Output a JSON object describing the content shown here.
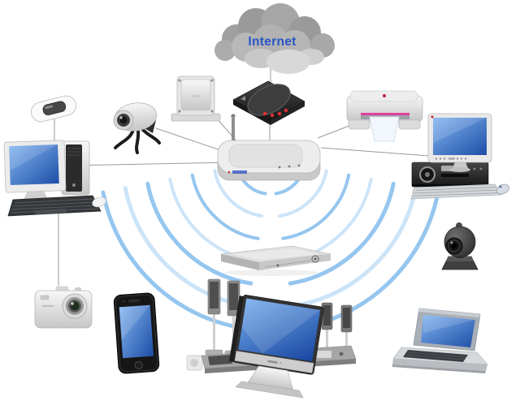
{
  "diagram": {
    "type": "wireless-home-network-diagram",
    "labels": {
      "internet": "Internet"
    },
    "colors": {
      "internet_label": "#2856c8",
      "wifi_arc_medium": "#8fc3ee",
      "wifi_arc_light": "#c9e3f8",
      "screen_blue_top": "#82b4f0",
      "screen_blue_bottom": "#1d4ea6",
      "led_red": "#e03030",
      "printer_slot_magenta": "#e0409a",
      "cable_line_gray": "#9a9a9a"
    },
    "nodes": [
      {
        "id": "internet-cloud",
        "icon": "cloud-icon",
        "label": "Internet"
      },
      {
        "id": "cable-modem",
        "icon": "modem-icon",
        "label": ""
      },
      {
        "id": "wireless-router",
        "icon": "wireless-router-icon",
        "label": ""
      },
      {
        "id": "external-hard-drive",
        "icon": "hard-drive-icon",
        "label": ""
      },
      {
        "id": "webcam-left",
        "icon": "webcam-icon",
        "label": ""
      },
      {
        "id": "inkjet-printer",
        "icon": "printer-icon",
        "label": ""
      },
      {
        "id": "desktop-computer-right",
        "icon": "desktop-computer-icon",
        "label": ""
      },
      {
        "id": "desktop-computer-left",
        "icon": "desktop-computer-icon",
        "label": ""
      },
      {
        "id": "wireless-media-player",
        "icon": "media-player-icon",
        "label": ""
      },
      {
        "id": "digital-camera",
        "icon": "camera-icon",
        "label": ""
      },
      {
        "id": "smartphone",
        "icon": "smartphone-icon",
        "label": ""
      },
      {
        "id": "dvd-player",
        "icon": "dvd-player-icon",
        "label": ""
      },
      {
        "id": "home-theater-system",
        "icon": "home-theater-icon",
        "label": ""
      },
      {
        "id": "webcam-right",
        "icon": "webcam-icon",
        "label": ""
      },
      {
        "id": "laptop",
        "icon": "laptop-icon",
        "label": ""
      }
    ],
    "edges": [
      {
        "from": "internet-cloud",
        "to": "cable-modem",
        "type": "wired"
      },
      {
        "from": "cable-modem",
        "to": "wireless-router",
        "type": "wired"
      },
      {
        "from": "external-hard-drive",
        "to": "wireless-router",
        "type": "wired"
      },
      {
        "from": "webcam-left",
        "to": "wireless-router",
        "type": "wired"
      },
      {
        "from": "desktop-computer-left",
        "to": "wireless-router",
        "type": "wired"
      },
      {
        "from": "wireless-router",
        "to": "inkjet-printer",
        "type": "wired"
      },
      {
        "from": "wireless-router",
        "to": "desktop-computer-right",
        "type": "wired"
      },
      {
        "from": "desktop-computer-left",
        "to": "digital-camera",
        "type": "wired"
      },
      {
        "from": "wireless-media-player",
        "to": "desktop-computer-left",
        "type": "wired"
      },
      {
        "from": "wireless-router",
        "to": "smartphone",
        "type": "wireless"
      },
      {
        "from": "wireless-router",
        "to": "dvd-player",
        "type": "wireless"
      },
      {
        "from": "wireless-router",
        "to": "home-theater-system",
        "type": "wireless"
      },
      {
        "from": "wireless-router",
        "to": "webcam-right",
        "type": "wireless"
      },
      {
        "from": "wireless-router",
        "to": "laptop",
        "type": "wireless"
      }
    ]
  }
}
